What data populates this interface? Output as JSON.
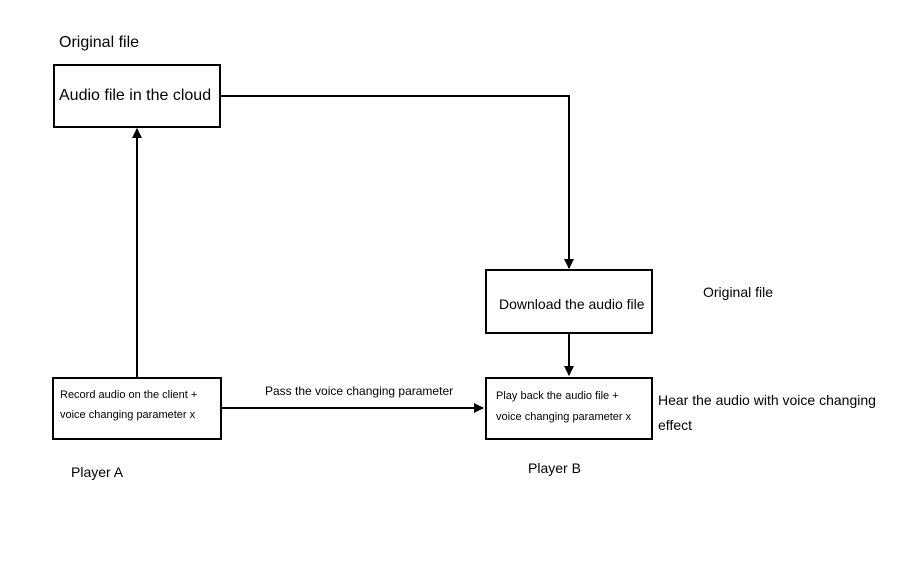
{
  "labels": {
    "original_file_top": "Original file",
    "original_file_right": "Original file",
    "pass_parameter": "Pass the voice changing parameter",
    "hear_audio_line1": "Hear the audio with voice changing",
    "hear_audio_line2": "effect",
    "player_a": "Player A",
    "player_b": "Player B"
  },
  "nodes": {
    "cloud": {
      "text": "Audio file in the cloud"
    },
    "download": {
      "text": "Download the audio file"
    },
    "record": {
      "line1": "Record audio on the client +",
      "line2": "voice changing parameter x"
    },
    "playback": {
      "line1": "Play back the audio file +",
      "line2": "voice changing parameter x"
    }
  },
  "colors": {
    "stroke": "#000000",
    "background": "#ffffff"
  }
}
